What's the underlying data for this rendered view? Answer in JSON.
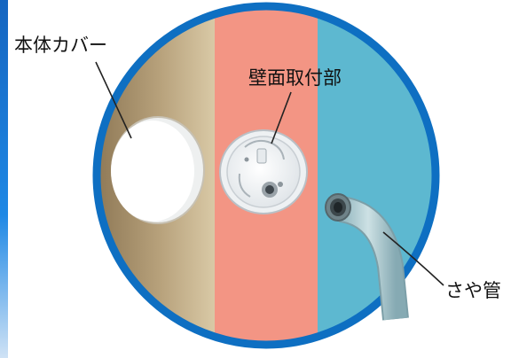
{
  "labels": {
    "cover": "本体カバー",
    "wall_mount": "壁面取付部",
    "sleeve_pipe": "さや管"
  },
  "colors": {
    "ring": "#0e6fc2",
    "band_left_dark": "#8a7452",
    "band_left_light": "#d7c7a4",
    "band_middle": "#f39584",
    "band_right": "#5db8d0",
    "left_bar": "#1565c0"
  }
}
